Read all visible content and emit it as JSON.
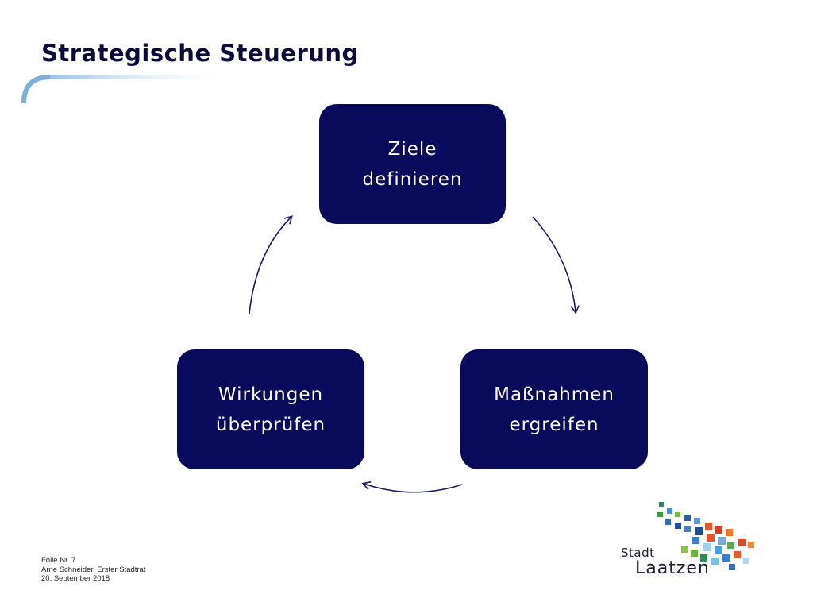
{
  "slide": {
    "title": "Strategische Steuerung"
  },
  "diagram": {
    "nodes": [
      {
        "id": "goals",
        "line1": "Ziele",
        "line2": "definieren"
      },
      {
        "id": "actions",
        "line1": "Maßnahmen",
        "line2": "ergreifen"
      },
      {
        "id": "effects",
        "line1": "Wirkungen",
        "line2": "überprüfen"
      }
    ]
  },
  "footer": {
    "slide_number": "Folie Nr. 7",
    "author": "Arne Schneider, Erster Stadtrat",
    "date": "20. September 2018"
  },
  "logo": {
    "line1": "Stadt",
    "line2": "Laatzen"
  },
  "colors": {
    "box_fill": "#0a0a5c",
    "arrow": "#1b1b5e",
    "title": "#0b0b3b",
    "accent_bracket": "#9cc3e6"
  }
}
